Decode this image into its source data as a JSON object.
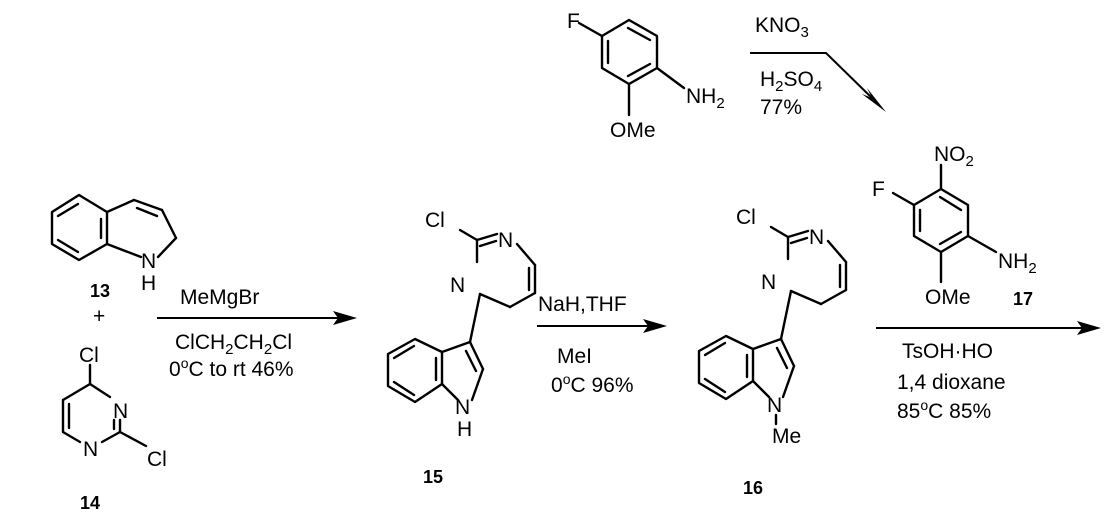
{
  "compounds": {
    "indole_13": {
      "label": "13",
      "nh": "N",
      "nh_h": "H"
    },
    "plus": "+",
    "dichloropyrimidine_14": {
      "label": "14",
      "cl_top": "Cl",
      "cl_right": "Cl",
      "n_top": "N",
      "n_bottom": "N"
    },
    "compound_15": {
      "label": "15",
      "cl": "Cl",
      "n_top": "N",
      "n_left": "N",
      "nh": "N",
      "nh_h": "H"
    },
    "compound_16": {
      "label": "16",
      "cl": "Cl",
      "n_top": "N",
      "n_left": "N",
      "n_me": "N",
      "me": "Me"
    },
    "aniline_start": {
      "f": "F",
      "nh2_n": "NH",
      "nh2_sub": "2",
      "ome": "OMe"
    },
    "compound_17": {
      "label": "17",
      "f": "F",
      "no2_n": "NO",
      "no2_sub": "2",
      "nh2_n": "NH",
      "nh2_sub": "2",
      "ome": "OMe"
    }
  },
  "reactions": {
    "nitration": {
      "reagent_1": "KNO",
      "reagent_1_sub": "3",
      "reagent_2": "H",
      "reagent_2_sub_a": "2",
      "reagent_2_mid": "SO",
      "reagent_2_sub_b": "4",
      "yield": "77%"
    },
    "step_1": {
      "above": "MeMgBr",
      "below_1_a": "ClCH",
      "below_1_sub_a": "2",
      "below_1_b": "CH",
      "below_1_sub_b": "2",
      "below_1_c": "Cl",
      "below_2_a": "0",
      "below_2_sup": "o",
      "below_2_b": "C to rt 46%"
    },
    "step_2": {
      "above": "NaH,THF",
      "below_1": "MeI",
      "below_2_a": "0",
      "below_2_sup": "o",
      "below_2_b": "C 96%"
    },
    "step_3": {
      "below_1_a": "TsOH",
      "below_1_dot": "·",
      "below_1_b": "HO",
      "below_2": "1,4 dioxane",
      "below_3_a": "85",
      "below_3_sup": "o",
      "below_3_b": "C 85%"
    }
  }
}
